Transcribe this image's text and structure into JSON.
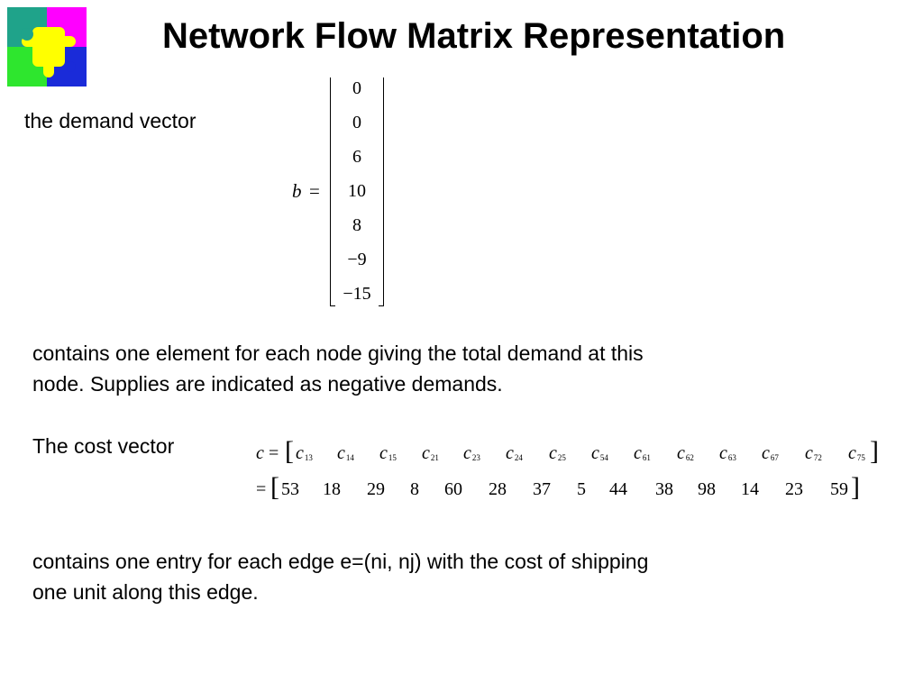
{
  "slide": {
    "title": "Network Flow Matrix Representation",
    "demand_heading": "the demand vector",
    "demand_symbol": "b",
    "equals": "=",
    "demand_values": [
      "0",
      "0",
      "6",
      "10",
      "8",
      "−9",
      "−15"
    ],
    "demand_desc_line1": "contains one element for each node giving the total demand at this",
    "demand_desc_line2": "node. Supplies are indicated as negative demands.",
    "cost_heading": "The cost vector",
    "cost_symbol": "c",
    "open_bracket": "[",
    "close_bracket": "]",
    "cost_subscripts": [
      "13",
      "14",
      "15",
      "21",
      "23",
      "24",
      "25",
      "54",
      "61",
      "62",
      "63",
      "67",
      "72",
      "75"
    ],
    "cost_values": [
      "53",
      "18",
      "29",
      "8",
      "60",
      "28",
      "37",
      "5",
      "44",
      "38",
      "98",
      "14",
      "23",
      "59"
    ],
    "cost_desc_line1": "contains one entry for each edge e=(ni, nj) with the cost of shipping",
    "cost_desc_line2": "one unit along this edge."
  },
  "logo": {
    "icon": "puzzle-logo-icon",
    "colors": {
      "top_left": "#1fa38a",
      "top_right": "#ff00ff",
      "bottom_left": "#2ee62e",
      "bottom_right": "#1a2bd9",
      "center": "#ffff00"
    }
  }
}
